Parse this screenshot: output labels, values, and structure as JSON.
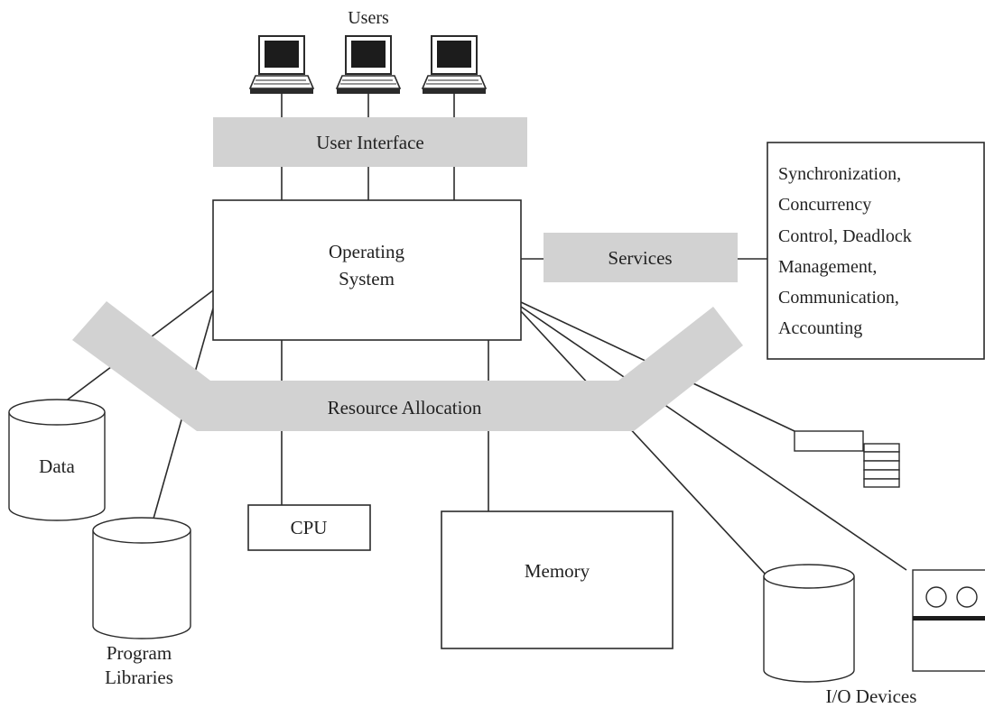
{
  "labels": {
    "users": "Users",
    "user_interface": "User Interface",
    "operating_system": [
      "Operating",
      "System"
    ],
    "services": "Services",
    "services_detail": [
      "Synchronization,",
      "Concurrency",
      "Control, Deadlock",
      "Management,",
      "Communication,",
      "Accounting"
    ],
    "resource_allocation": "Resource Allocation",
    "data": "Data",
    "program_libraries": [
      "Program",
      "Libraries"
    ],
    "cpu": "CPU",
    "memory": "Memory",
    "io_devices": "I/O Devices"
  },
  "colors": {
    "band": "#d2d2d2",
    "line": "#2b2b2b",
    "text": "#222222",
    "terminal_screen": "#1c1c1c"
  },
  "icons": [
    "computer-terminal-icon",
    "database-cylinder-icon",
    "printer-icon",
    "tape-drive-icon",
    "disk-drive-icon"
  ]
}
